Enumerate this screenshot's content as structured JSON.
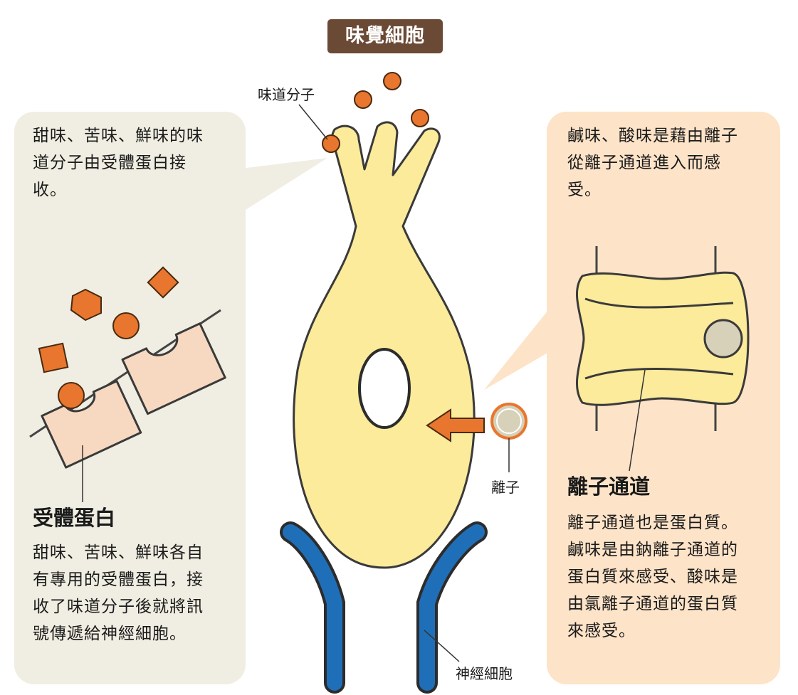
{
  "title": "味覺細胞",
  "labels": {
    "taste_molecule": "味道分子",
    "ion": "離子",
    "nerve_cell": "神經細胞"
  },
  "left_panel": {
    "intro": [
      "甜味、苦味、鮮味的味",
      "道分子由受體蛋白接",
      "收。"
    ],
    "heading": "受體蛋白",
    "body": [
      "甜味、苦味、鮮味各自",
      "有專用的受體蛋白，接",
      "收了味道分子後就將訊",
      "號傳遞給神經細胞。"
    ]
  },
  "right_panel": {
    "intro": [
      "鹹味、酸味是藉由離子",
      "從離子通道進入而感",
      "受。"
    ],
    "heading": "離子通道",
    "body": [
      "離子通道也是蛋白質。",
      "鹹味是由鈉離子通道的",
      "蛋白質來感受、酸味是",
      "由氯離子通道的蛋白質",
      "來感受。"
    ]
  },
  "colors": {
    "title_bg": "#6b4a35",
    "left_panel_bg": "#f0eee2",
    "right_panel_bg": "#fde3c8",
    "cell_fill": "#fbeb9a",
    "cell_stroke": "#3a3a3a",
    "molecule": "#e8762e",
    "receptor": "#f7d9c2",
    "nerve": "#1f6fb8",
    "ion": "#d6d1b8"
  }
}
